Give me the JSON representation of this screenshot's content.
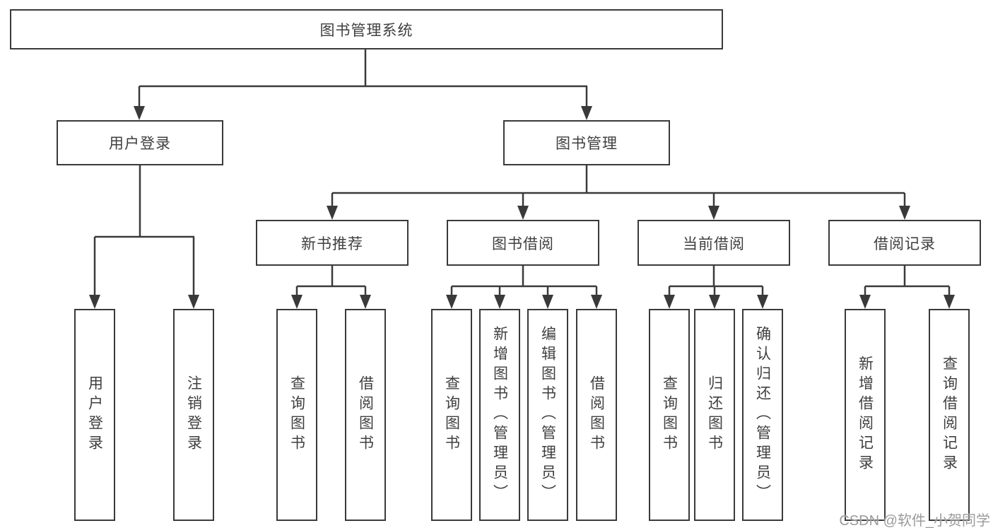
{
  "root": {
    "label": "图书管理系统"
  },
  "level2": [
    {
      "label": "用户登录"
    },
    {
      "label": "图书管理"
    }
  ],
  "level3": [
    {
      "label": "新书推荐"
    },
    {
      "label": "图书借阅"
    },
    {
      "label": "当前借阅"
    },
    {
      "label": "借阅记录"
    }
  ],
  "leaves": [
    {
      "label": "用户登录"
    },
    {
      "label": "注销登录"
    },
    {
      "label": "查询图书"
    },
    {
      "label": "借阅图书"
    },
    {
      "label": "查询图书"
    },
    {
      "label": "新增图书（管理员）"
    },
    {
      "label": "编辑图书（管理员）"
    },
    {
      "label": "借阅图书"
    },
    {
      "label": "查询图书"
    },
    {
      "label": "归还图书"
    },
    {
      "label": "确认归还（管理员）"
    },
    {
      "label": "新增借阅记录"
    },
    {
      "label": "查询借阅记录"
    }
  ],
  "watermark": {
    "text": "CSDN @软件_小贺同学"
  },
  "colors": {
    "line": "#3a3a3a",
    "text": "#3f3f3f",
    "watermark": "#9b9b9b",
    "background": "#ffffff"
  }
}
